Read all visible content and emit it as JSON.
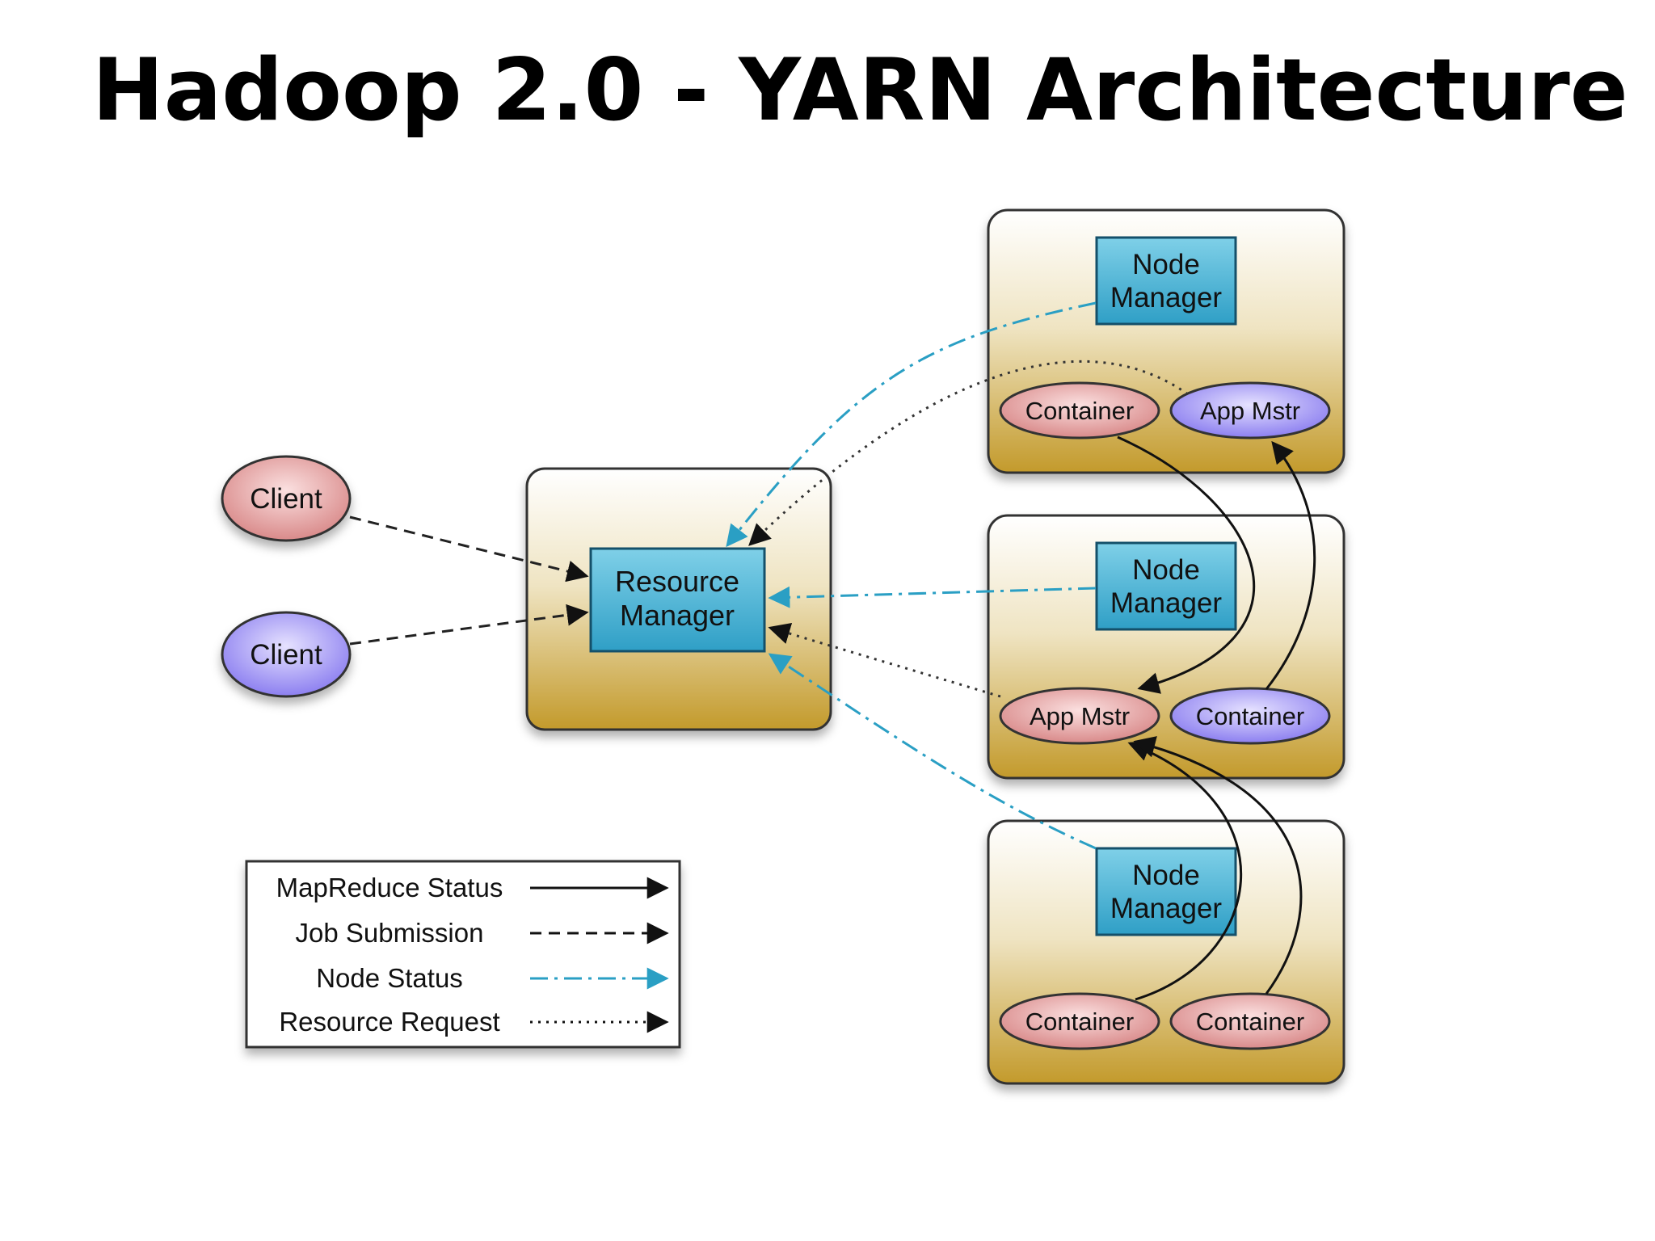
{
  "title": "Hadoop 2.0 - YARN Architecture",
  "colors": {
    "node_status": "#2a9fc4",
    "client_red": "#e6a5a5",
    "client_blue": "#9f95f5",
    "box_gold": "#c29a2a",
    "manager_blue": "#4bb6d6"
  },
  "clients": [
    "Client",
    "Client"
  ],
  "resource_manager": {
    "line1": "Resource",
    "line2": "Manager"
  },
  "nodes": [
    {
      "manager": {
        "line1": "Node",
        "line2": "Manager"
      },
      "left": "Container",
      "right": "App Mstr"
    },
    {
      "manager": {
        "line1": "Node",
        "line2": "Manager"
      },
      "left": "App Mstr",
      "right": "Container"
    },
    {
      "manager": {
        "line1": "Node",
        "line2": "Manager"
      },
      "left": "Container",
      "right": "Container"
    }
  ],
  "legend": [
    {
      "label": "MapReduce Status",
      "style": "solid"
    },
    {
      "label": "Job Submission",
      "style": "dashed"
    },
    {
      "label": "Node Status",
      "style": "dash-dot"
    },
    {
      "label": "Resource Request",
      "style": "dotted"
    }
  ]
}
